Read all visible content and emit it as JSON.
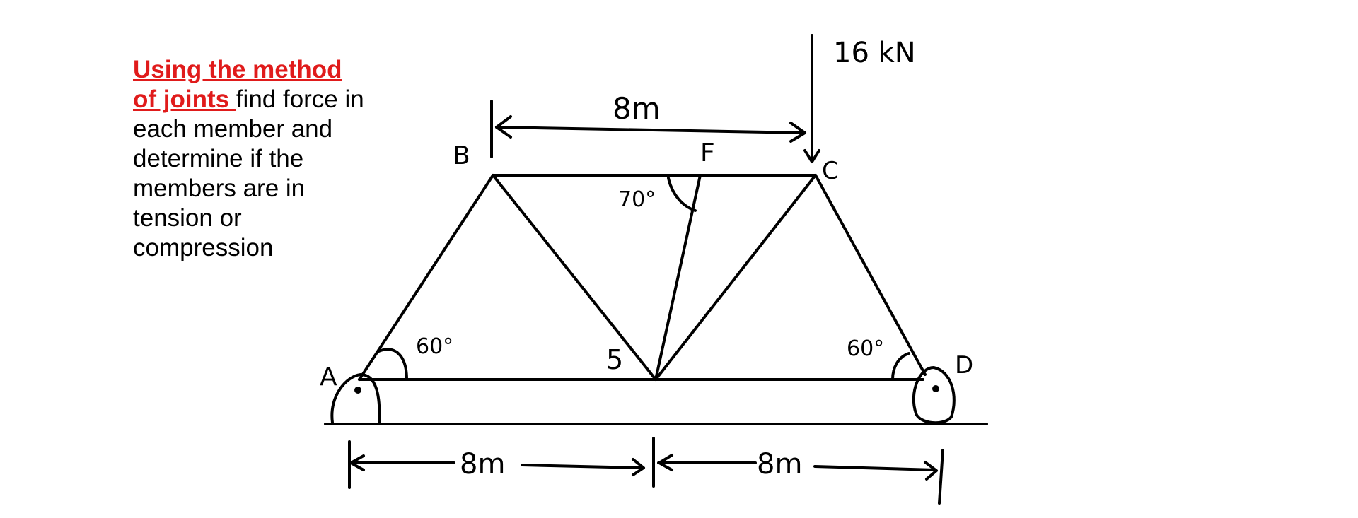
{
  "instruction": {
    "highlight": "Using the method of joints ",
    "rest": "find force in each member and determine if the members are in tension or compression",
    "highlight_color": "#e01b1b"
  },
  "labels": {
    "node_a": "A",
    "node_b": "B",
    "node_c": "C",
    "node_d": "D",
    "node_f": "F",
    "node_5": "5",
    "load": "16 kN",
    "top_dim": "8m",
    "bottom_left_dim": "8m",
    "bottom_right_dim": "8m",
    "angle_a": "60°",
    "angle_d": "60°",
    "angle_f": "70°"
  }
}
